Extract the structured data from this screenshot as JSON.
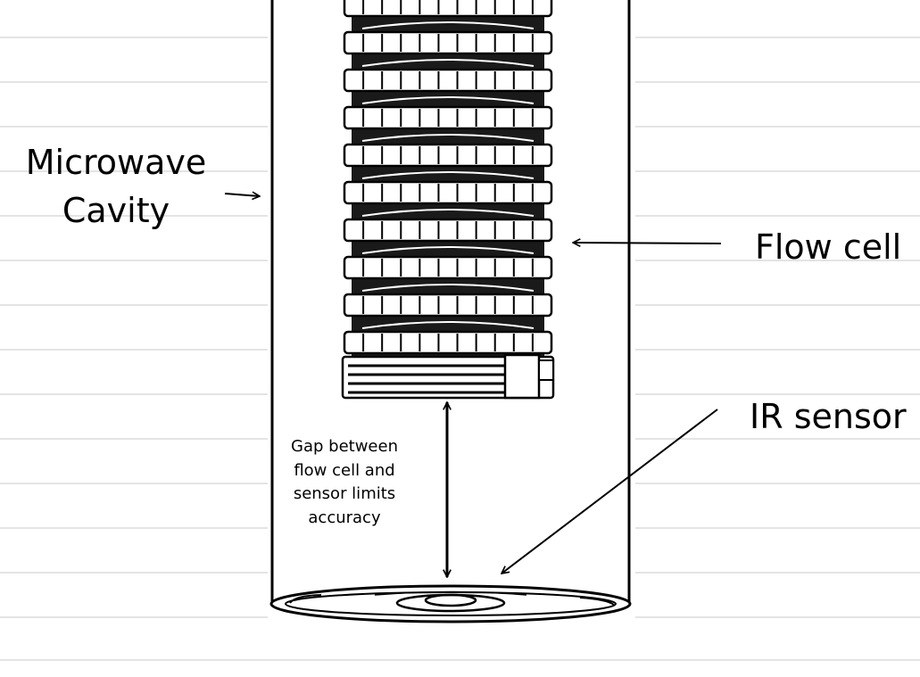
{
  "labels": {
    "cavity_line1": "Microwave",
    "cavity_line2": "Cavity",
    "flow_cell": "Flow cell",
    "ir_sensor": "IR sensor",
    "gap_line1": "Gap between",
    "gap_line2": "flow cell and",
    "gap_line3": "sensor limits",
    "gap_line4": "accuracy"
  },
  "colors": {
    "stroke": "#000000",
    "ruled_lines": "#e4e4e4",
    "coil_face": "#ffffff",
    "coil_shadow": "#1a1a1a"
  },
  "icons": {
    "arrows": "arrow"
  }
}
